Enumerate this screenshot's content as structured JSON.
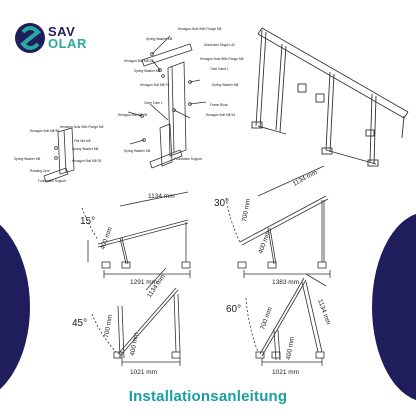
{
  "brand": {
    "line1": "SAV",
    "line2": "OLAR",
    "accent": "#2aa8a0",
    "navy": "#1f1d5c"
  },
  "parts": {
    "hex_nuts_flange_m8_top": "Hexagon Nuts With Flange M8",
    "spring_washer_m8": "Spring Washer M8",
    "aluminium_single_l40": "Aluminium Single L40",
    "hex_nuts_flange_m8": "Hexagon Nuts With Flange M8",
    "hex_bolt_m8x25": "Hexagon Bolt M8*25",
    "spring_washer_m8_b": "Spring Washer M8",
    "tube_insert_l": "Tube Insert L",
    "hex_bolt_m8x70": "Hexagon Bolt M8*70",
    "spring_washer_m8_c": "Spring Washer M8",
    "frame_block": "Frame Block",
    "outer_tube_l": "Outer Tube L",
    "hex_bolt_m8x16": "Hexagon Bolt M8*16",
    "hex_bolt_m8x35": "Hexagon Bolt M8*35",
    "spring_washer_m8_d": "Spring Washer M8",
    "foundation_support": "Foundation Support",
    "hex_bolt_m8x50": "Hexagon Bolt M8*50",
    "hex_nuts_flange_m8_l": "Hexagon Nuts With Flange M8",
    "flat_nut_m8": "Flat Nut M8",
    "spring_washer_m8_e": "Spring Washer M8",
    "hex_bolt_m8x25_l": "Hexagon Bolt M8*25",
    "spring_washer_m8_f": "Spring Washer M8",
    "rotating_joint": "Rotating Joint",
    "foundation_support_l": "Foundation Support"
  },
  "diagrams": [
    {
      "angle": "15°",
      "top": "1134 mm",
      "leg": "400 mm",
      "base": "1291 mm"
    },
    {
      "angle": "30°",
      "top": "1134 mm",
      "leg_long": "700 mm",
      "leg": "400 mm",
      "base": "1383 mm"
    },
    {
      "angle": "45°",
      "top": "1134 mm",
      "leg_long": "700 mm",
      "leg": "400 mm",
      "base": "1021 mm"
    },
    {
      "angle": "60°",
      "top": "1134 mm",
      "leg_long": "700 mm",
      "leg": "400 mm",
      "base": "1021 mm"
    }
  ],
  "footer": {
    "title": "Installationsanleitung",
    "color": "#1a9ea0"
  }
}
